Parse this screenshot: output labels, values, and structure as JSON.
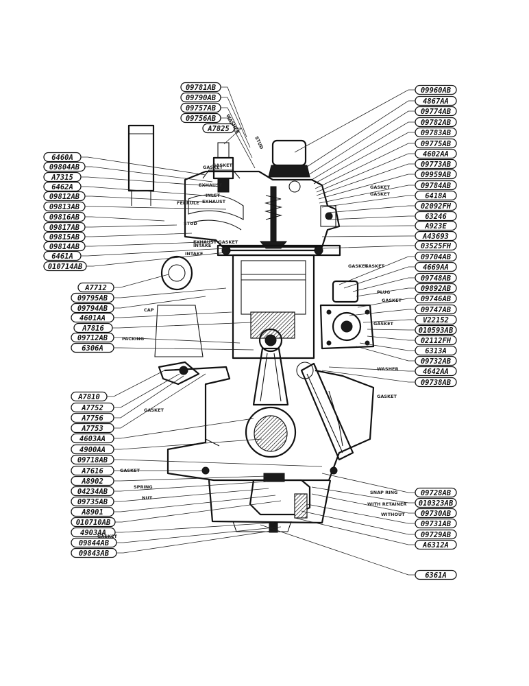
{
  "left_callouts": [
    "09781AB",
    "09790AB",
    "09757AB",
    "09756AB",
    "A7825",
    "6460A",
    "09804AB",
    "A7315",
    "6462A",
    "09812AB",
    "09813AB",
    "09816AB",
    "09817AB",
    "09815AB",
    "09814AB",
    "6461A",
    "010714AB",
    "A7712",
    "09795AB",
    "09794AB",
    "4601AA",
    "A7816",
    "09712AB",
    "6306A",
    "A7810",
    "A7752",
    "A7756",
    "A7753",
    "4603AA",
    "4900AA",
    "09718AB",
    "A7616",
    "A8902",
    "04234AB",
    "09735AB",
    "A8901",
    "010710AB",
    "4903AA",
    "09844AB",
    "09843AB"
  ],
  "right_callouts": [
    "09960AB",
    "4867AA",
    "09774AB",
    "09782AB",
    "09783AB",
    "09775AB",
    "4602AA",
    "09773AB",
    "09959AB",
    "09784AB",
    "6418A",
    "02092FH",
    "63246",
    "A923E",
    "A43693",
    "03525FH",
    "09704AB",
    "4669AA",
    "09748AB",
    "09892AB",
    "09746AB",
    "09747AB",
    "V22152",
    "010593AB",
    "02112FH",
    "6313A",
    "09732AB",
    "4642AA",
    "09738AB",
    "09728AB",
    "010323AB",
    "09730AB",
    "09731AB",
    "09729AB",
    "A6312A",
    "6361A"
  ],
  "notes": [
    "WASHER",
    "STUD",
    "GASKET",
    "EXHAUST",
    "INLET",
    "EXHAUST",
    "FERRULE",
    "STUD",
    "EXHAUST GASKET",
    "INTAKE",
    "INTAKE",
    "GASKET",
    "GASKET",
    "GASKET",
    "GASKET",
    "CAP",
    "PACKING",
    "GASKET",
    "PLUG",
    "GASKET",
    "GASKET",
    "WASHER",
    "GASKET",
    "GASKET",
    "GASKET",
    "SPRING",
    "NUT",
    "SNAP RING",
    "WITH RETAINER",
    "WITHOUT",
    "GASKET"
  ]
}
